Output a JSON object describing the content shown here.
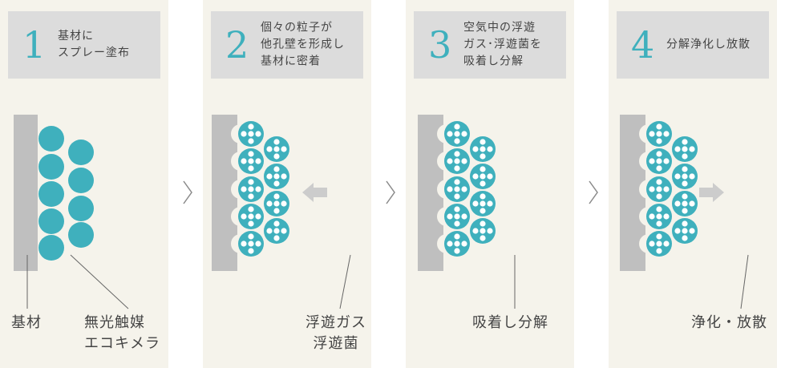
{
  "steps": [
    {
      "num": "1",
      "text": "基材に\nスプレー塗布"
    },
    {
      "num": "2",
      "text": "個々の粒子が\n他孔壁を形成し\n基材に密着"
    },
    {
      "num": "3",
      "text": "空気中の浮遊\nガス･浮遊菌を\n吸着し分解"
    },
    {
      "num": "4",
      "text": "分解浄化し放散"
    }
  ],
  "labels": {
    "substrate": "基材",
    "catalyst": "無光触媒\nエコキメラ",
    "floating": "浮遊ガス\n浮遊菌",
    "adsorb": "吸着し分解",
    "release": "浄化・放散"
  },
  "colors": {
    "particle": "#3fb0bd",
    "substrate": "#bfbfbf",
    "panel": "#f5f3eb",
    "header": "#dcdcdc",
    "arrow": "#cccccc"
  }
}
